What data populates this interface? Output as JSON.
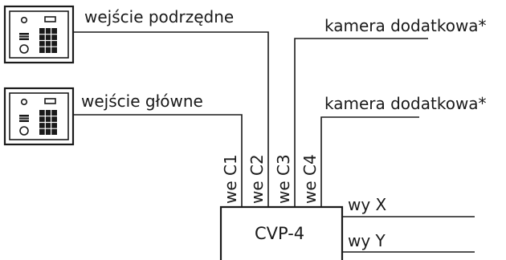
{
  "diagram": {
    "panels": [
      {
        "id": "top",
        "label": "wejście podrzędne"
      },
      {
        "id": "bottom",
        "label": "wejście główne"
      }
    ],
    "cameras": [
      {
        "label": "kamera dodatkowa*"
      },
      {
        "label": "kamera dodatkowa*"
      }
    ],
    "device": {
      "label": "CVP-4"
    },
    "inputs": [
      "we C1",
      "we C2",
      "we C3",
      "we C4"
    ],
    "outputs": [
      "wy X",
      "wy Y"
    ]
  }
}
